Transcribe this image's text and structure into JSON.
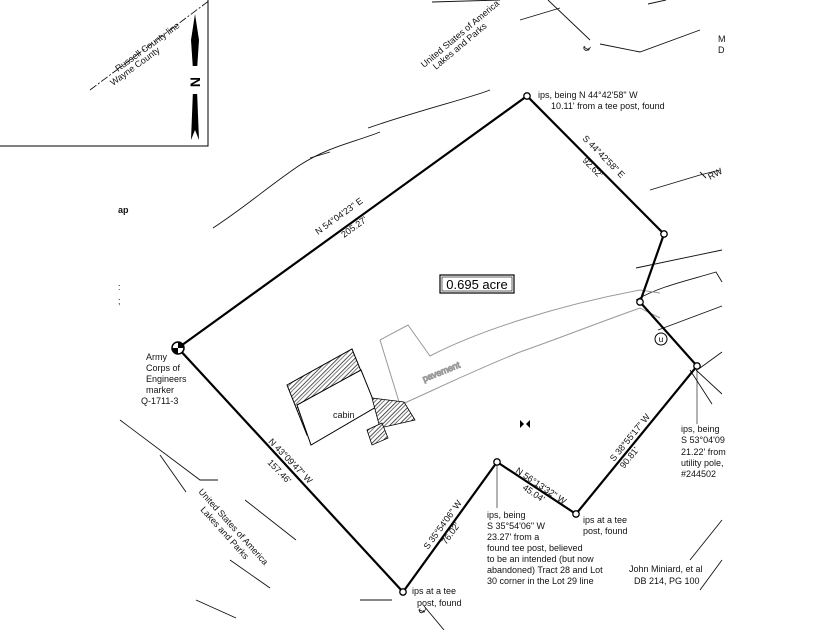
{
  "acreage": "0.695 acre",
  "county_line": {
    "north": "Russell County line",
    "south": "Wayne County",
    "north_arrow": "N"
  },
  "adjoiners": {
    "usa_top": [
      "United States of America",
      "Lakes and Parks"
    ],
    "usa_bottom": [
      "United States of America",
      "Lakes and Parks"
    ],
    "miniard": [
      "John Miniard, et al",
      "DB 214, PG 100"
    ],
    "top_right_fragment": [
      "M",
      "D"
    ],
    "left_fragment": "ap",
    "rw": "RW"
  },
  "bearings": [
    {
      "id": "north-side",
      "bearing": "N 54°04'23\" E",
      "distance": "205.27'"
    },
    {
      "id": "east-side-upper",
      "bearing": "S 44°42'58\" E",
      "distance": "92.62'"
    },
    {
      "id": "east-side-lower",
      "bearing": "S 38°55'17\" W",
      "distance": "90.81'"
    },
    {
      "id": "notch-side",
      "bearing": "N 56°13'32\" W",
      "distance": "45.04'"
    },
    {
      "id": "notch-south",
      "bearing": "S 35°54'06\" W",
      "distance": "76.02'"
    },
    {
      "id": "west-side",
      "bearing": "N 43°09'47\" W",
      "distance": "157.46'"
    }
  ],
  "corners": {
    "army_marker": [
      "Army",
      "Corps of",
      "Engineers",
      "marker",
      "Q-1711-3"
    ],
    "top": [
      "ips, being N 44°42'58\" W",
      "10.11' from a tee post, found"
    ],
    "right": [
      "ips, being",
      "S 53°04'09",
      "21.22' from",
      "utility pole,",
      "#244502"
    ],
    "notch_bottom": [
      "ips at a tee",
      "post, found"
    ],
    "notch_top": [
      "ips, being",
      "S 35°54'06\" W",
      "23.27' from a",
      "found tee post, believed",
      "to be an intended (but now",
      "abandoned) Tract 28 and Lot",
      "30 corner in the Lot 29 line"
    ],
    "bottom": [
      "ips at a tee",
      "post, found"
    ]
  },
  "features": {
    "cabin": "cabin",
    "pavement": "pavement"
  }
}
